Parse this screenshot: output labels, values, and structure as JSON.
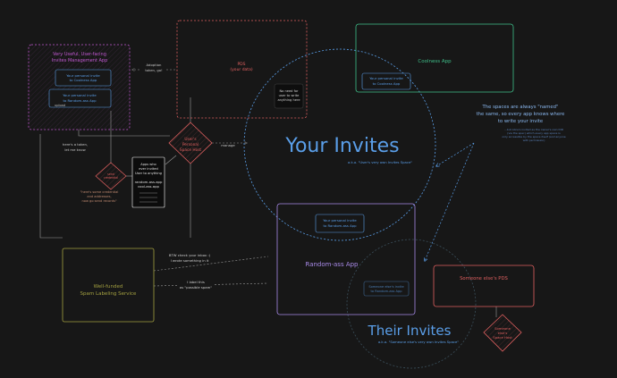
{
  "colors": {
    "background": "#171717",
    "magenta": "#c058d0",
    "red": "#e06060",
    "green": "#3fbf8a",
    "blue": "#5a9ee8",
    "lightblue": "#8ab8f0",
    "gray": "#8f8f8f",
    "olive": "#a3a040",
    "violet": "#a88ae8",
    "note": "#c08a70",
    "cyan": "#5ab0c0"
  },
  "mgmt_app": {
    "title_line1": "Very Useful, User-facing",
    "title_line2": "Invites Management App",
    "invite_coolness_line1": "Your personal invite",
    "invite_coolness_line2": "to Coolness App",
    "invite_random_line1": "Your personal invite",
    "invite_random_line2": "to Random-ass App",
    "upload_label": "upload"
  },
  "pds": {
    "title": "PDS",
    "subtitle": "(your data)",
    "note_line1": "No need for",
    "note_line2": "user to write",
    "note_line3": "anything here"
  },
  "coolness_app": {
    "title": "Coolness App",
    "invite_line1": "Your personal invite",
    "invite_line2": "to Coolness App"
  },
  "your_invites": {
    "title": "Your Invites",
    "caption": "a.k.a. \"User's very own Invites Space\""
  },
  "spaces_note": {
    "line1": "The spaces are always \"named\"",
    "line2": "the same, so every app knows where",
    "line3": "to write your invite",
    "small_line1": "...but Alice's invited as the owner's own DID",
    "small_line2": "(via the spec) which every app space is",
    "small_line3": "only accessible by the space itself (and anyone",
    "small_line4": "with permission)"
  },
  "adoption": {
    "line1": "Adoption",
    "line2": "token, go!"
  },
  "token_note": {
    "line1": "here's a token,",
    "line2": "let me know"
  },
  "send_credential": {
    "line1": "send",
    "line2": "credential"
  },
  "credentials_note": {
    "line1": "\"here's some credential",
    "line2": "and addresses,",
    "line3": "now go send records\""
  },
  "user_space": {
    "line1": "User's",
    "line2": "Personal",
    "line3": "Space Host"
  },
  "manage_label": "manage",
  "apps_list": {
    "header_line1": "Apps who",
    "header_line2": "ever invited",
    "header_line3": "User to anything",
    "item1": "random-ass.app",
    "item2": "cool-ass.app"
  },
  "random_app": {
    "title": "Random-ass App",
    "invite_line1": "Your personal invite",
    "invite_line2": "to Random-ass App"
  },
  "spam": {
    "line1": "Well-funded",
    "line2": "Spam Labeling Service",
    "btw_line1": "BTW check your inbox :)",
    "btw_line2": "I wrote something in it",
    "label_line1": "I label this",
    "label_line2": "as \"possible spam\""
  },
  "their_invites": {
    "title": "Their Invites",
    "caption": "a.k.a. \"Someone else's very own Invites Space\"",
    "invite_line1": "Someone else's invite",
    "invite_line2": "to Random-ass App"
  },
  "someone_pds": {
    "title": "Someone else's PDS"
  },
  "someone_space": {
    "line1": "Someone",
    "line2": "else's",
    "line3": "Space Host"
  }
}
